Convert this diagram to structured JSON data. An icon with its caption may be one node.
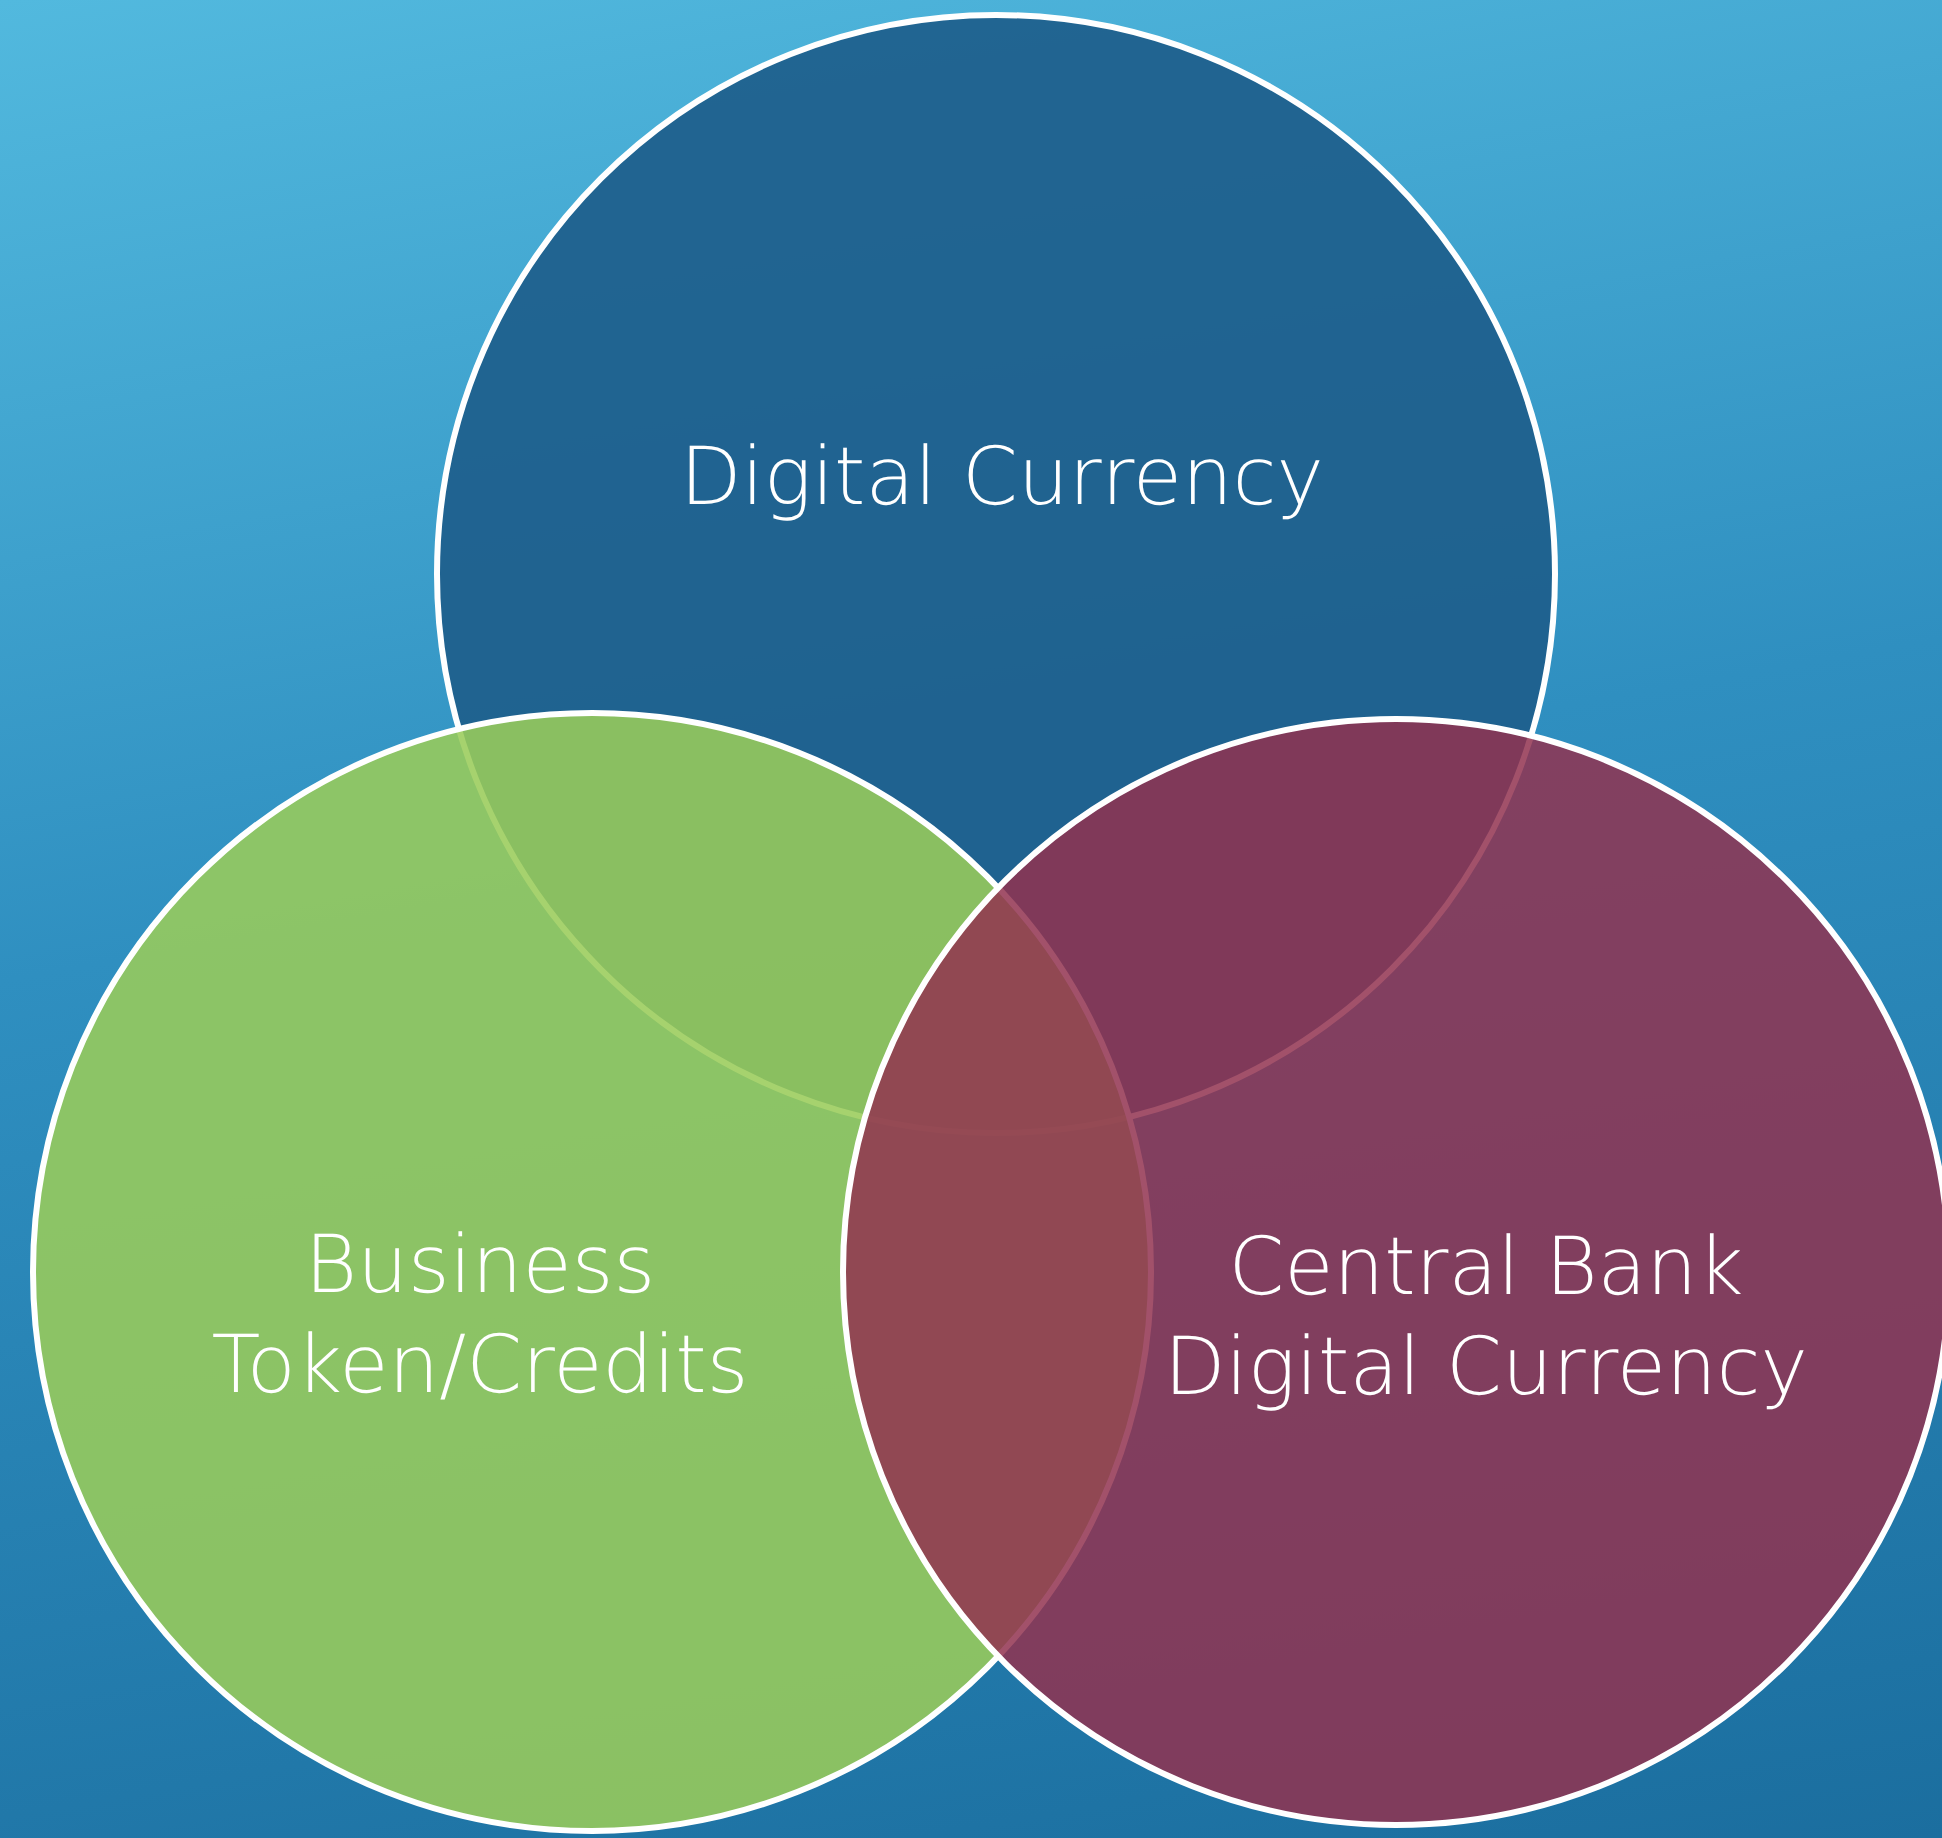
{
  "diagram": {
    "nodes": [
      {
        "text": [
          "Digital Currency"
        ]
      },
      {
        "text": [
          "Business Token/Credits"
        ]
      },
      {
        "text": [
          "Central Bank Digital Currency"
        ]
      }
    ]
  }
}
